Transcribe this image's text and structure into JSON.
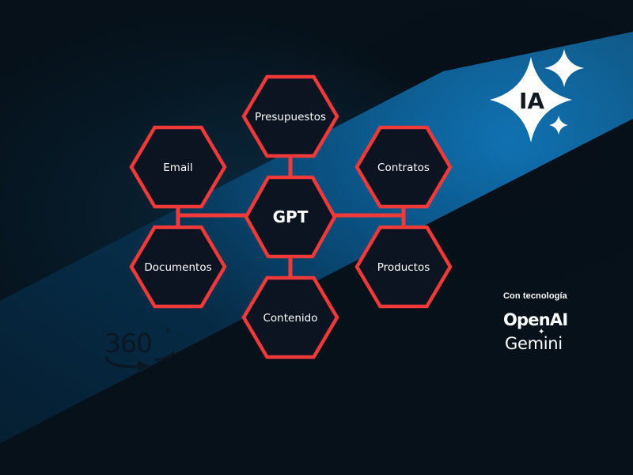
{
  "diagram": {
    "center": "GPT",
    "nodes": {
      "top": "Presupuestos",
      "upper_left": "Email",
      "upper_right": "Contratos",
      "lower_left": "Documentos",
      "lower_right": "Productos",
      "bottom": "Contenido"
    }
  },
  "badge": {
    "text": "IA"
  },
  "logo": {
    "text": "360",
    "degree": "°"
  },
  "powered_by": {
    "title": "Con tecnología",
    "brands": [
      "OpenAI",
      "Gemini"
    ]
  },
  "colors": {
    "background": "#071018",
    "accent_blue": "#0a78c2",
    "hex_stroke": "#f03a3a",
    "hex_fill": "#0b1420"
  }
}
